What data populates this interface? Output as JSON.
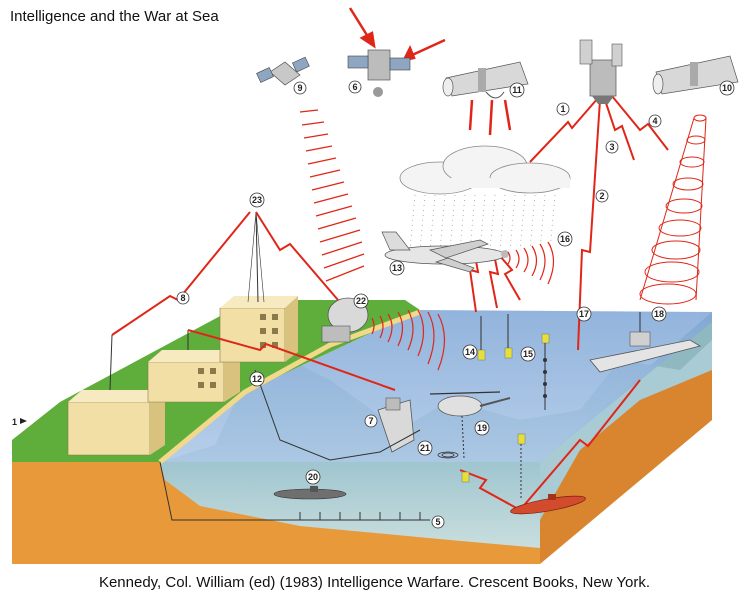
{
  "title": "Intelligence and the War at Sea",
  "caption": "Kennedy, Col. William (ed) (1983) Intelligence Warfare.  Crescent Books, New York.",
  "side_marker": "1",
  "markers": [
    "1",
    "2",
    "3",
    "4",
    "5",
    "6",
    "7",
    "8",
    "9",
    "10",
    "11",
    "12",
    "13",
    "14",
    "15",
    "16",
    "17",
    "18",
    "19",
    "20",
    "21",
    "22",
    "23"
  ],
  "colors": {
    "grass": "#5fae3c",
    "sea_surface": "#8fb7e0",
    "ground": "#e89a3a",
    "underwater": "#b9d3d8",
    "signal_red": "#e02618",
    "building": "#f1dfa5"
  }
}
